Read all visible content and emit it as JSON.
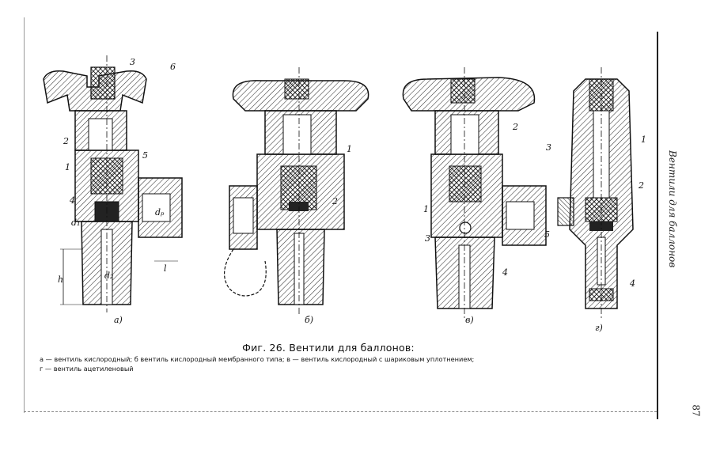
{
  "figure": {
    "caption_title": "Фиг. 26. Вентили для баллонов:",
    "caption_line1": "а — вентиль кислородный; б  вентиль кислородный мембранного типа; в — вентиль кислородный с шариковым уплотнением;",
    "caption_line2": "г — вентиль ацетиленовый",
    "sublabels": [
      "а)",
      "б)",
      "в)",
      "г)"
    ]
  },
  "callouts": {
    "a": [
      "3",
      "6",
      "2",
      "1",
      "5",
      "4",
      "d₁",
      "d₂",
      "dₚ",
      "l",
      "h"
    ],
    "b": [
      "1",
      "2"
    ],
    "v": [
      "2",
      "1",
      "3",
      "4"
    ],
    "g": [
      "3",
      "1",
      "2",
      "5",
      "4"
    ]
  },
  "margin": {
    "running_title": "Вентили для баллонов",
    "page_number": "87"
  }
}
